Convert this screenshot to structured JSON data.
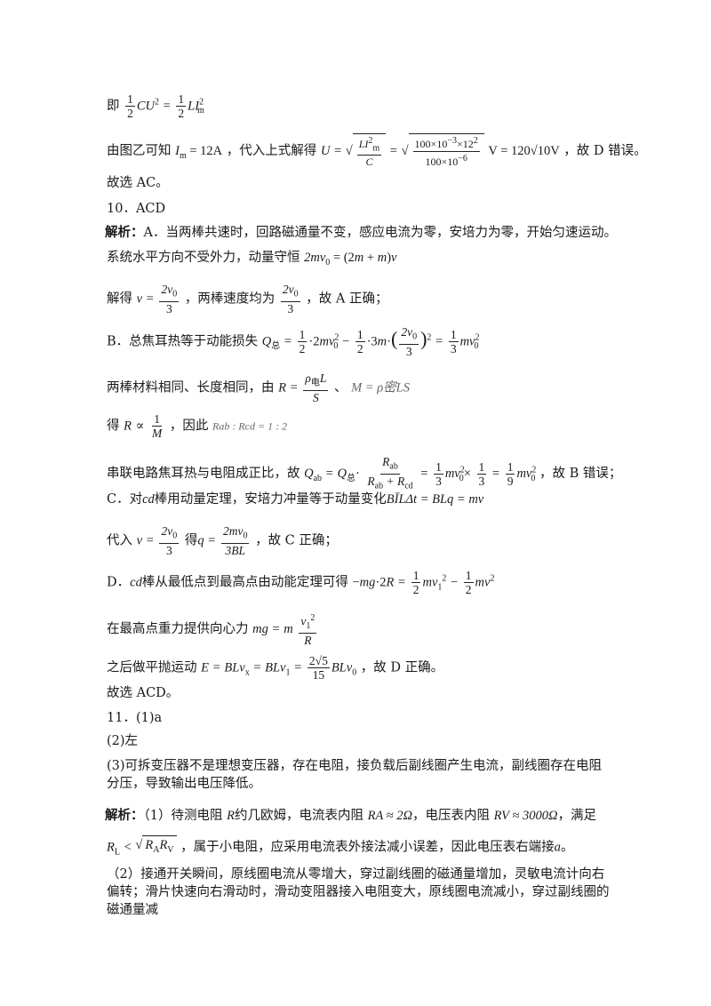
{
  "lines": {
    "l01": "即",
    "l01_eq": "CU² = LI²m",
    "l02_pre": "由图乙可知",
    "l02_im": "Im = 12A",
    "l02_mid": "，代入上式解得",
    "l02_res": "V = 120√10V",
    "l02_post": "，故 D 错误。",
    "l03": "故选 AC。",
    "l04": "10．ACD",
    "l05_label": "解析：",
    "l05": "A．当两棒共速时，回路磁通量不变，感应电流为零，安培力为零，开始匀速运动。",
    "l06_pre": "系统水平方向不受外力，动量守恒",
    "l06_eq": "2mv₀ = (2m + m)v",
    "l07_pre": "解得",
    "l07_mid": "，两棒速度均为",
    "l07_post": "，故 A 正确；",
    "l08_pre": "B．总焦耳热等于动能损失",
    "l09_pre": "两棒材料相同、长度相同，由",
    "l09_mid": "、",
    "l09_eq2": "M = ρ密LS",
    "l10_pre": "得",
    "l10_mid": "，因此",
    "l10_eq": "Rab : Rcd = 1 : 2",
    "l11_pre": "串联电路焦耳热与电阻成正比，故",
    "l11_post": "，故 B 错误；",
    "l12_pre": "C．对",
    "l12_cd": "cd",
    "l12_mid": "棒用动量定理，安培力冲量等于动量变化",
    "l12_eq": "BĪLΔt = BLq = mv",
    "l13_pre": "代入",
    "l13_mid": "得",
    "l13_post": "，故 C 正确；",
    "l14_pre": "D．",
    "l14_cd": "cd",
    "l14_mid": "棒从最低点到最高点由动能定理可得",
    "l15_pre": "在最高点重力提供向心力",
    "l16_pre": "之后做平抛运动",
    "l16_post": "，故 D 正确。",
    "l17": "故选 ACD。",
    "l18": "11．(1)a",
    "l19": "(2)左",
    "l20": "(3)可拆变压器不是理想变压器，存在电阻，接负载后副线圈产生电流，副线圈存在电阻分压，导致输出电压降低。",
    "l21_label": "解析：",
    "l21_a": "（1）待测电阻",
    "l21_b": "约几欧姆，电流表内阻",
    "l21_ra": "RA ≈ 2Ω",
    "l21_c": "，电压表内阻",
    "l21_rv": "RV ≈ 3000Ω",
    "l21_d": "，满足",
    "l22_post": "，属于小电阻，应采用电流表外接法减小误差，因此电压表右端接",
    "l22_a": "a",
    "l22_end": "。",
    "l23": "（2）接通开关瞬间，原线圈电流从零增大，穿过副线圈的磁通量增加，灵敏电流计向右偏转；滑片快速向右滑动时，滑动变阻器接入电阻变大，原线圈电流减小，穿过副线圈的磁通量减"
  }
}
